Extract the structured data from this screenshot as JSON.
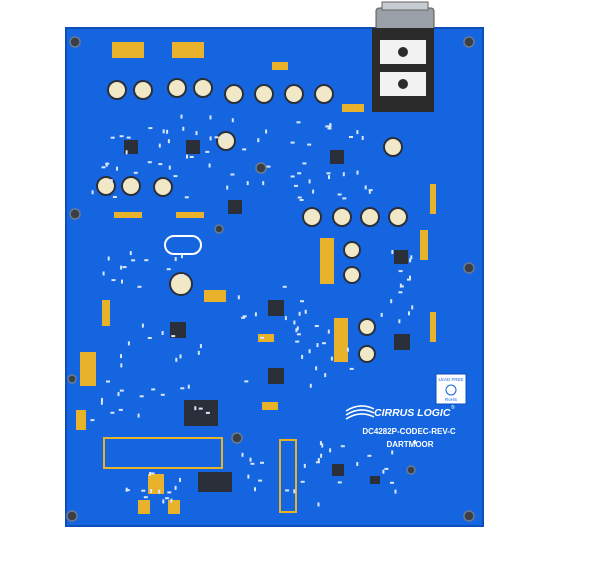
{
  "board": {
    "brand": "CIRRUS LOGIC",
    "brand_mark": "®",
    "part_number": "DC4282P-CODEC-REV-C",
    "codename": "DARTMOOR",
    "badge_top": "LEAD FREE",
    "badge_bottom": "RoHS",
    "colors": {
      "pcb": "#1565e0",
      "pcb_dark": "#0d4fb8",
      "silk": "#ffffff",
      "pad": "#e8b22a",
      "ic": "#2a2f3a",
      "hole": "#3a3f46"
    }
  }
}
